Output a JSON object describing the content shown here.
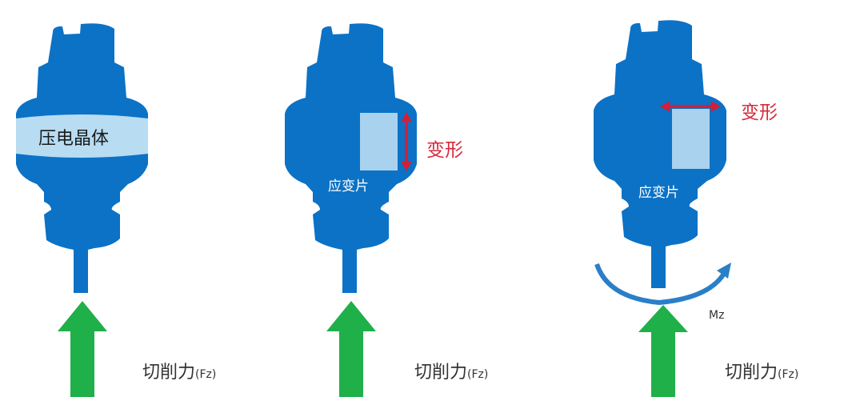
{
  "colors": {
    "body": "#0b72c6",
    "crystal_band": "#b8dcf2",
    "strain_gauge": "#a9d2ef",
    "deform_arrow": "#d0203a",
    "force_arrow": "#1fb04a",
    "moment_arrow": "#2a7fc8",
    "background": "#ffffff"
  },
  "panels": [
    {
      "id": "piezo",
      "crystal_label": "压电晶体",
      "force_label": "切削力",
      "force_sub": "(Fz)"
    },
    {
      "id": "strain-vertical",
      "gauge_label": "应变片",
      "deform_label": "变形",
      "deform_direction": "vertical",
      "force_label": "切削力",
      "force_sub": "(Fz)"
    },
    {
      "id": "strain-horizontal",
      "gauge_label": "应变片",
      "deform_label": "变形",
      "deform_direction": "horizontal",
      "moment_label": "Mz",
      "force_label": "切削力",
      "force_sub": "(Fz)"
    }
  ]
}
